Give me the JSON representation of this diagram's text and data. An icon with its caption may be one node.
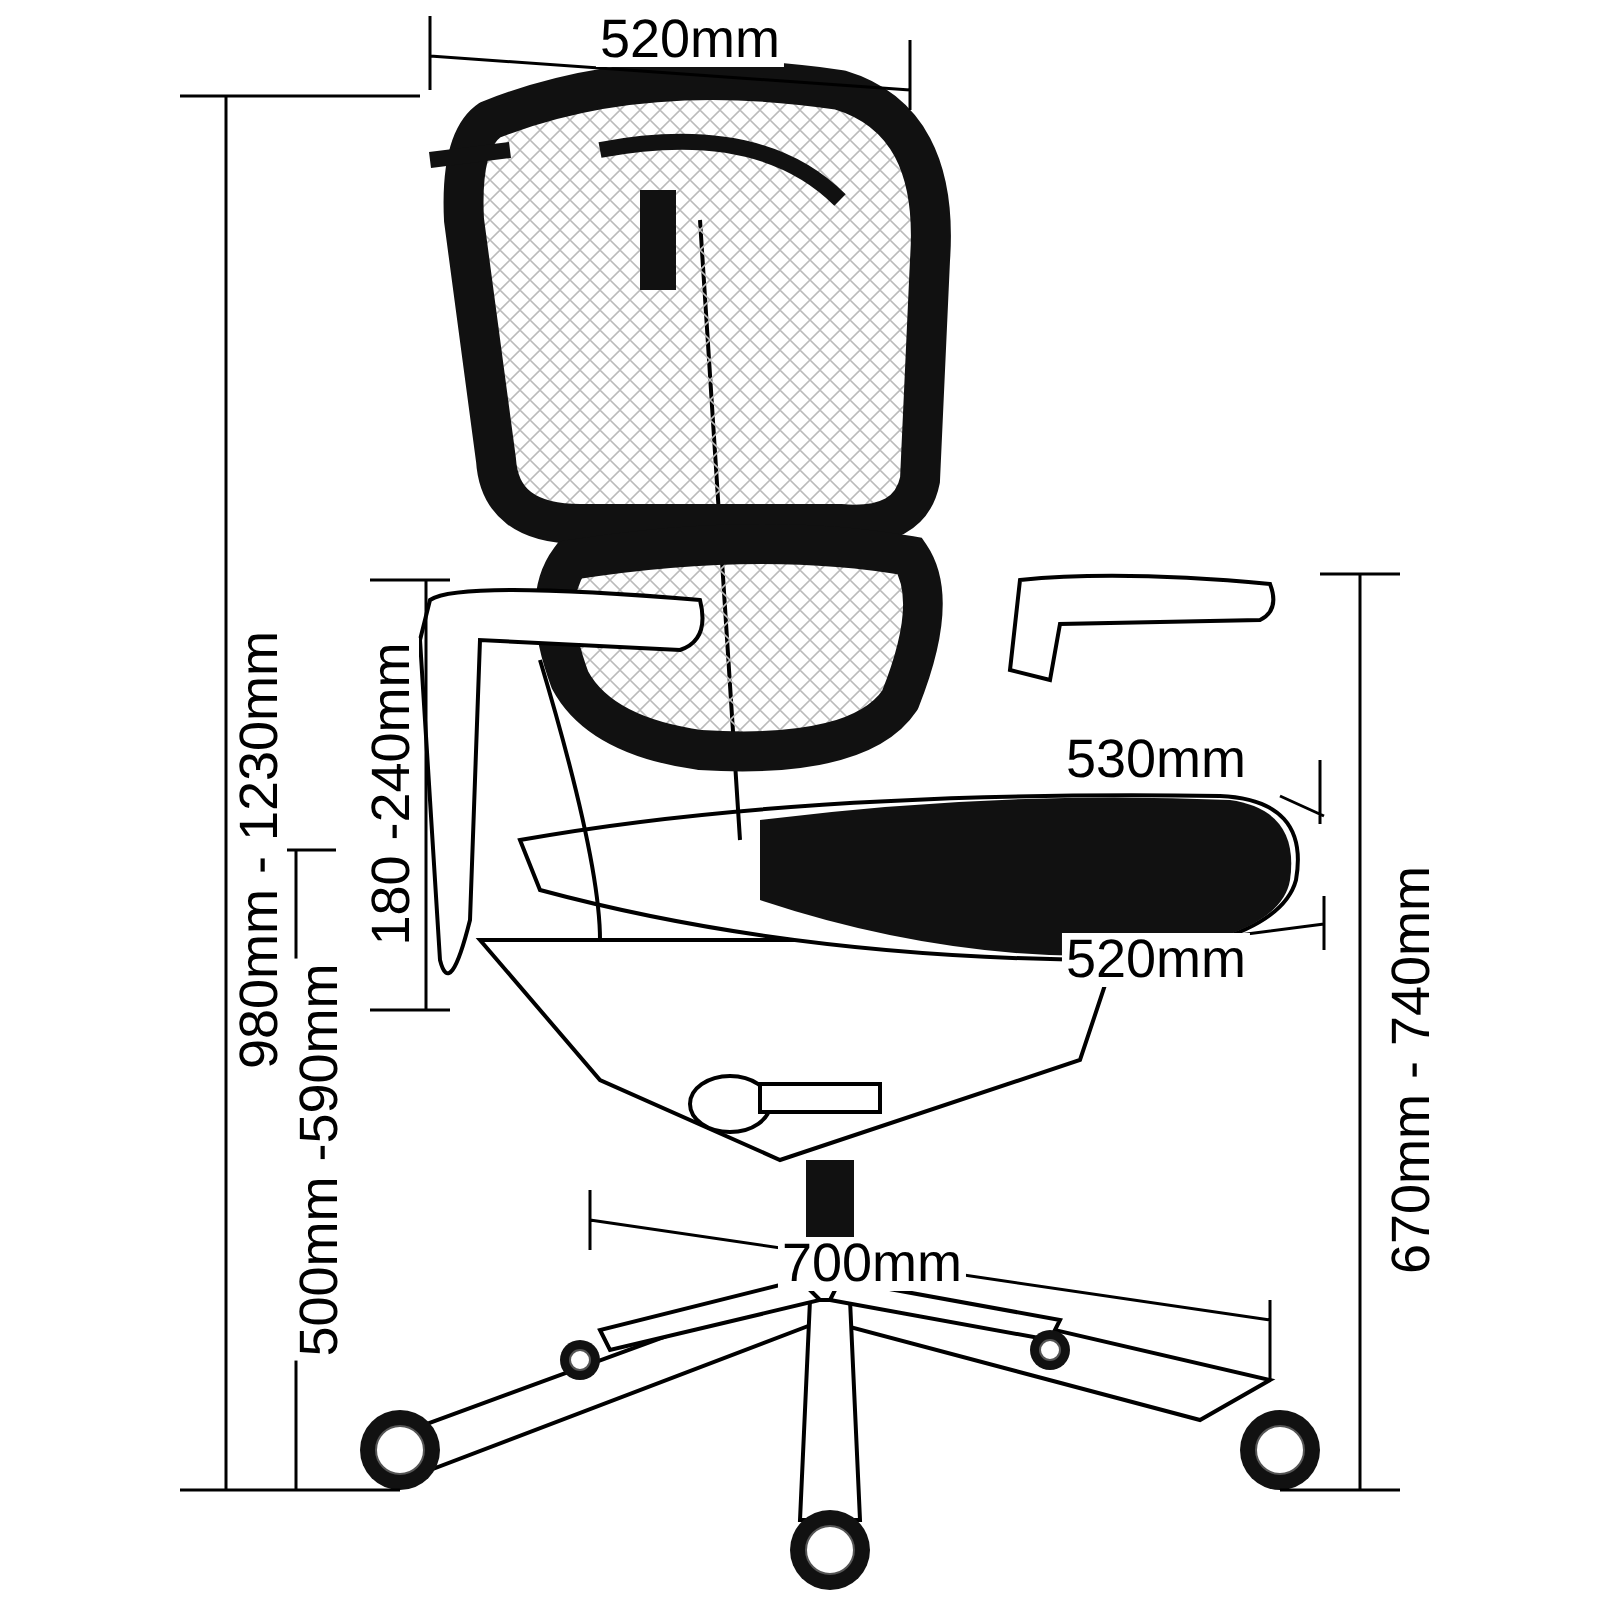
{
  "diagram": {
    "labels": [
      "520mm",
      "980mm - 1230mm",
      "180 -240mm",
      "530mm",
      "520mm",
      "500mm -590mm",
      "670mm - 740mm",
      "700mm"
    ]
  }
}
